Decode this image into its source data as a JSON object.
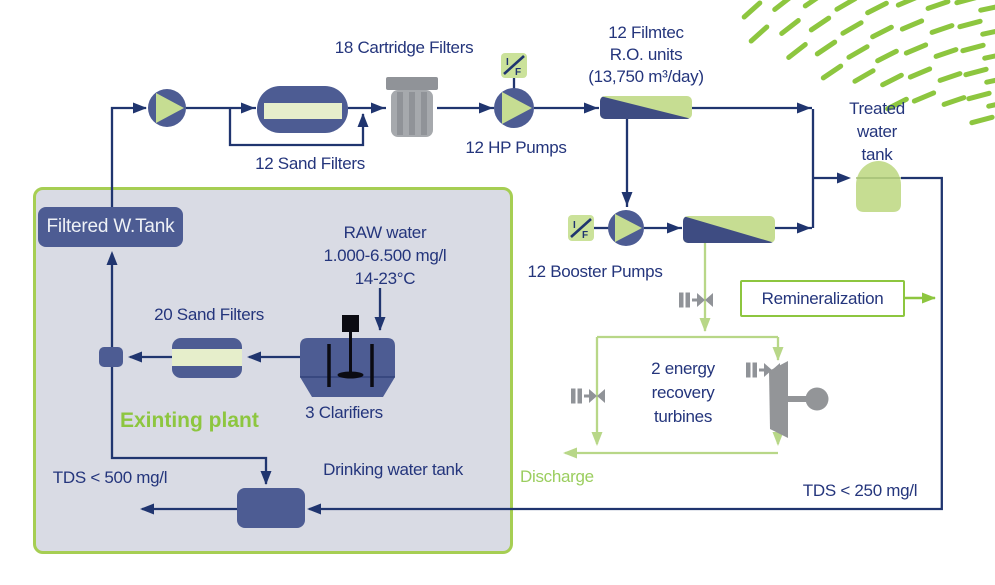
{
  "palette": {
    "line_navy": "#20356f",
    "text_navy": "#24357c",
    "equipment_indigo": "#4d5c93",
    "equipment_green": "#c6dd92",
    "pale_green": "#e6eecb",
    "accent_green": "#8dc63f",
    "soft_green_line": "#b8d788",
    "equipment_gray": "#939598",
    "existing_plant_fill": "#d9dbe4",
    "existing_plant_border": "#a6ce53"
  },
  "new_plant": {
    "sand_filters": "12 Sand Filters",
    "cartridge_filters": "18 Cartridge Filters",
    "hp_pumps": "12 HP Pumps",
    "if_instrument": {
      "i": "I",
      "f": "F"
    },
    "ro_units": [
      "12 Filmtec",
      "R.O. units",
      "(13,750 m³/day)"
    ],
    "booster_pumps": "12 Booster Pumps",
    "treated_tank": [
      "Treated",
      "water",
      "tank"
    ],
    "remineralization": "Remineralization",
    "energy_recovery": [
      "2 energy",
      "recovery",
      "turbines"
    ],
    "discharge": "Discharge",
    "tds_out": "TDS < 250 mg/l"
  },
  "existing_plant": {
    "title": "Exinting plant",
    "filtered_tank": "Filtered W.Tank",
    "raw_water": [
      "RAW water",
      "1.000-6.500 mg/l",
      "14-23°C"
    ],
    "sand_filters": "20 Sand Filters",
    "clarifiers": "3 Clarifiers",
    "drinking_tank": "Drinking water tank",
    "tds_out": "TDS < 500 mg/l"
  }
}
